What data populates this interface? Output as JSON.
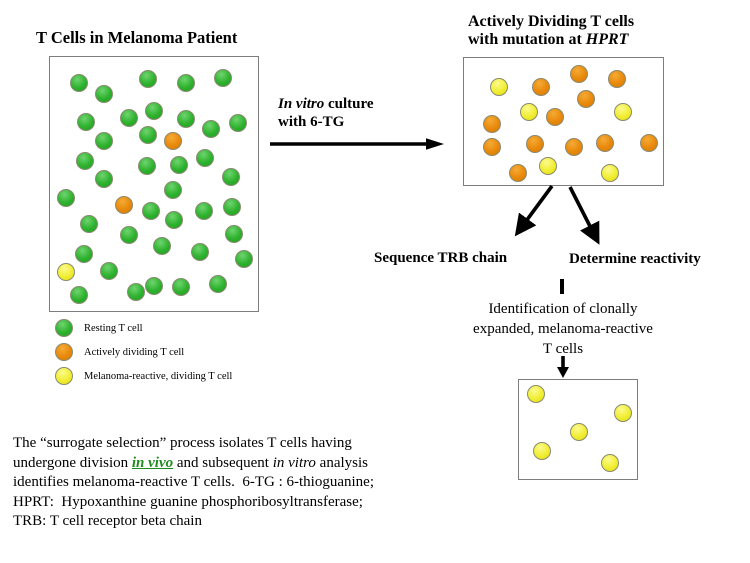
{
  "palette": {
    "green": "#2eb22e",
    "green_light": "#6fd46f",
    "green_dark": "#1f9e1f",
    "orange": "#e8890b",
    "orange_light": "#f5ab35",
    "orange_dark": "#d67a00",
    "yellow": "#f0ee33",
    "yellow_light": "#fcfa8e",
    "yellow_dark": "#e3da10",
    "cell_stroke": "#8a8a72",
    "arrow": "#000000",
    "invivo": "#1e8c1e"
  },
  "left_panel": {
    "title": "T Cells in Melanoma Patient",
    "cells": [
      [
        29,
        26,
        "g"
      ],
      [
        54,
        37,
        "g"
      ],
      [
        98,
        22,
        "g"
      ],
      [
        136,
        26,
        "g"
      ],
      [
        173,
        21,
        "g"
      ],
      [
        36,
        65,
        "g"
      ],
      [
        79,
        61,
        "g"
      ],
      [
        104,
        54,
        "g"
      ],
      [
        136,
        62,
        "g"
      ],
      [
        161,
        72,
        "g"
      ],
      [
        188,
        66,
        "g"
      ],
      [
        54,
        84,
        "g"
      ],
      [
        98,
        78,
        "g"
      ],
      [
        123,
        84,
        "o"
      ],
      [
        35,
        104,
        "g"
      ],
      [
        97,
        109,
        "g"
      ],
      [
        129,
        108,
        "g"
      ],
      [
        155,
        101,
        "g"
      ],
      [
        181,
        120,
        "g"
      ],
      [
        54,
        122,
        "g"
      ],
      [
        123,
        133,
        "g"
      ],
      [
        16,
        141,
        "g"
      ],
      [
        74,
        148,
        "o"
      ],
      [
        101,
        154,
        "g"
      ],
      [
        124,
        163,
        "g"
      ],
      [
        154,
        154,
        "g"
      ],
      [
        182,
        150,
        "g"
      ],
      [
        39,
        167,
        "g"
      ],
      [
        79,
        178,
        "g"
      ],
      [
        112,
        189,
        "g"
      ],
      [
        184,
        177,
        "g"
      ],
      [
        34,
        197,
        "g"
      ],
      [
        150,
        195,
        "g"
      ],
      [
        194,
        202,
        "g"
      ],
      [
        16,
        215,
        "y"
      ],
      [
        59,
        214,
        "g"
      ],
      [
        86,
        235,
        "g"
      ],
      [
        104,
        229,
        "g"
      ],
      [
        131,
        230,
        "g"
      ],
      [
        29,
        238,
        "g"
      ],
      [
        168,
        227,
        "g"
      ]
    ]
  },
  "culture_step": {
    "line1": [
      {
        "t": "In vitro",
        "i": true
      },
      {
        "t": " culture"
      }
    ],
    "line2": [
      {
        "t": "with 6-TG"
      }
    ]
  },
  "right_panel": {
    "title_line1": [
      {
        "t": "Actively Dividing T cells"
      }
    ],
    "title_line2": [
      {
        "t": "with mutation at "
      },
      {
        "t": "HPRT",
        "i": true
      }
    ],
    "cells": [
      [
        35,
        29,
        "y"
      ],
      [
        77,
        29,
        "o"
      ],
      [
        115,
        16,
        "o"
      ],
      [
        153,
        21,
        "o"
      ],
      [
        122,
        41,
        "o"
      ],
      [
        65,
        54,
        "y"
      ],
      [
        91,
        59,
        "o"
      ],
      [
        159,
        54,
        "y"
      ],
      [
        28,
        66,
        "o"
      ],
      [
        28,
        89,
        "o"
      ],
      [
        71,
        86,
        "o"
      ],
      [
        110,
        89,
        "o"
      ],
      [
        141,
        85,
        "o"
      ],
      [
        185,
        85,
        "o"
      ],
      [
        54,
        115,
        "o"
      ],
      [
        84,
        108,
        "y"
      ],
      [
        146,
        115,
        "y"
      ]
    ]
  },
  "outputs": {
    "sequence_label": "Sequence TRB chain",
    "reactivity_label": "Determine reactivity"
  },
  "identification": {
    "lines": [
      "Identification of clonally",
      "expanded, melanoma-reactive",
      "T cells"
    ]
  },
  "final_panel": {
    "cells": [
      [
        17,
        14,
        "y"
      ],
      [
        104,
        33,
        "y"
      ],
      [
        60,
        52,
        "y"
      ],
      [
        23,
        71,
        "y"
      ],
      [
        91,
        83,
        "y"
      ]
    ]
  },
  "legend": {
    "items": [
      {
        "color": "green",
        "label": "Resting T cell"
      },
      {
        "color": "orange",
        "label": "Actively dividing T cell"
      },
      {
        "color": "yellow",
        "label": "Melanoma-reactive, dividing T cell"
      }
    ]
  },
  "caption": {
    "segments": [
      {
        "t": "The “surrogate selection” process isolates T cells having"
      },
      {
        "br": true
      },
      {
        "t": "undergone division "
      },
      {
        "t": "in vivo",
        "i": true,
        "b": true,
        "u": true,
        "color": "invivo"
      },
      {
        "t": " and subsequent "
      },
      {
        "t": "in vitro",
        "i": true
      },
      {
        "t": " analysis"
      },
      {
        "br": true
      },
      {
        "t": "identifies melanoma-reactive T cells.  6-TG : 6-thioguanine;"
      },
      {
        "br": true
      },
      {
        "t": "HPRT:  Hypoxanthine guanine phosphoribosyltransferase;"
      },
      {
        "br": true
      },
      {
        "t": "TRB: T cell receptor beta chain"
      }
    ]
  }
}
